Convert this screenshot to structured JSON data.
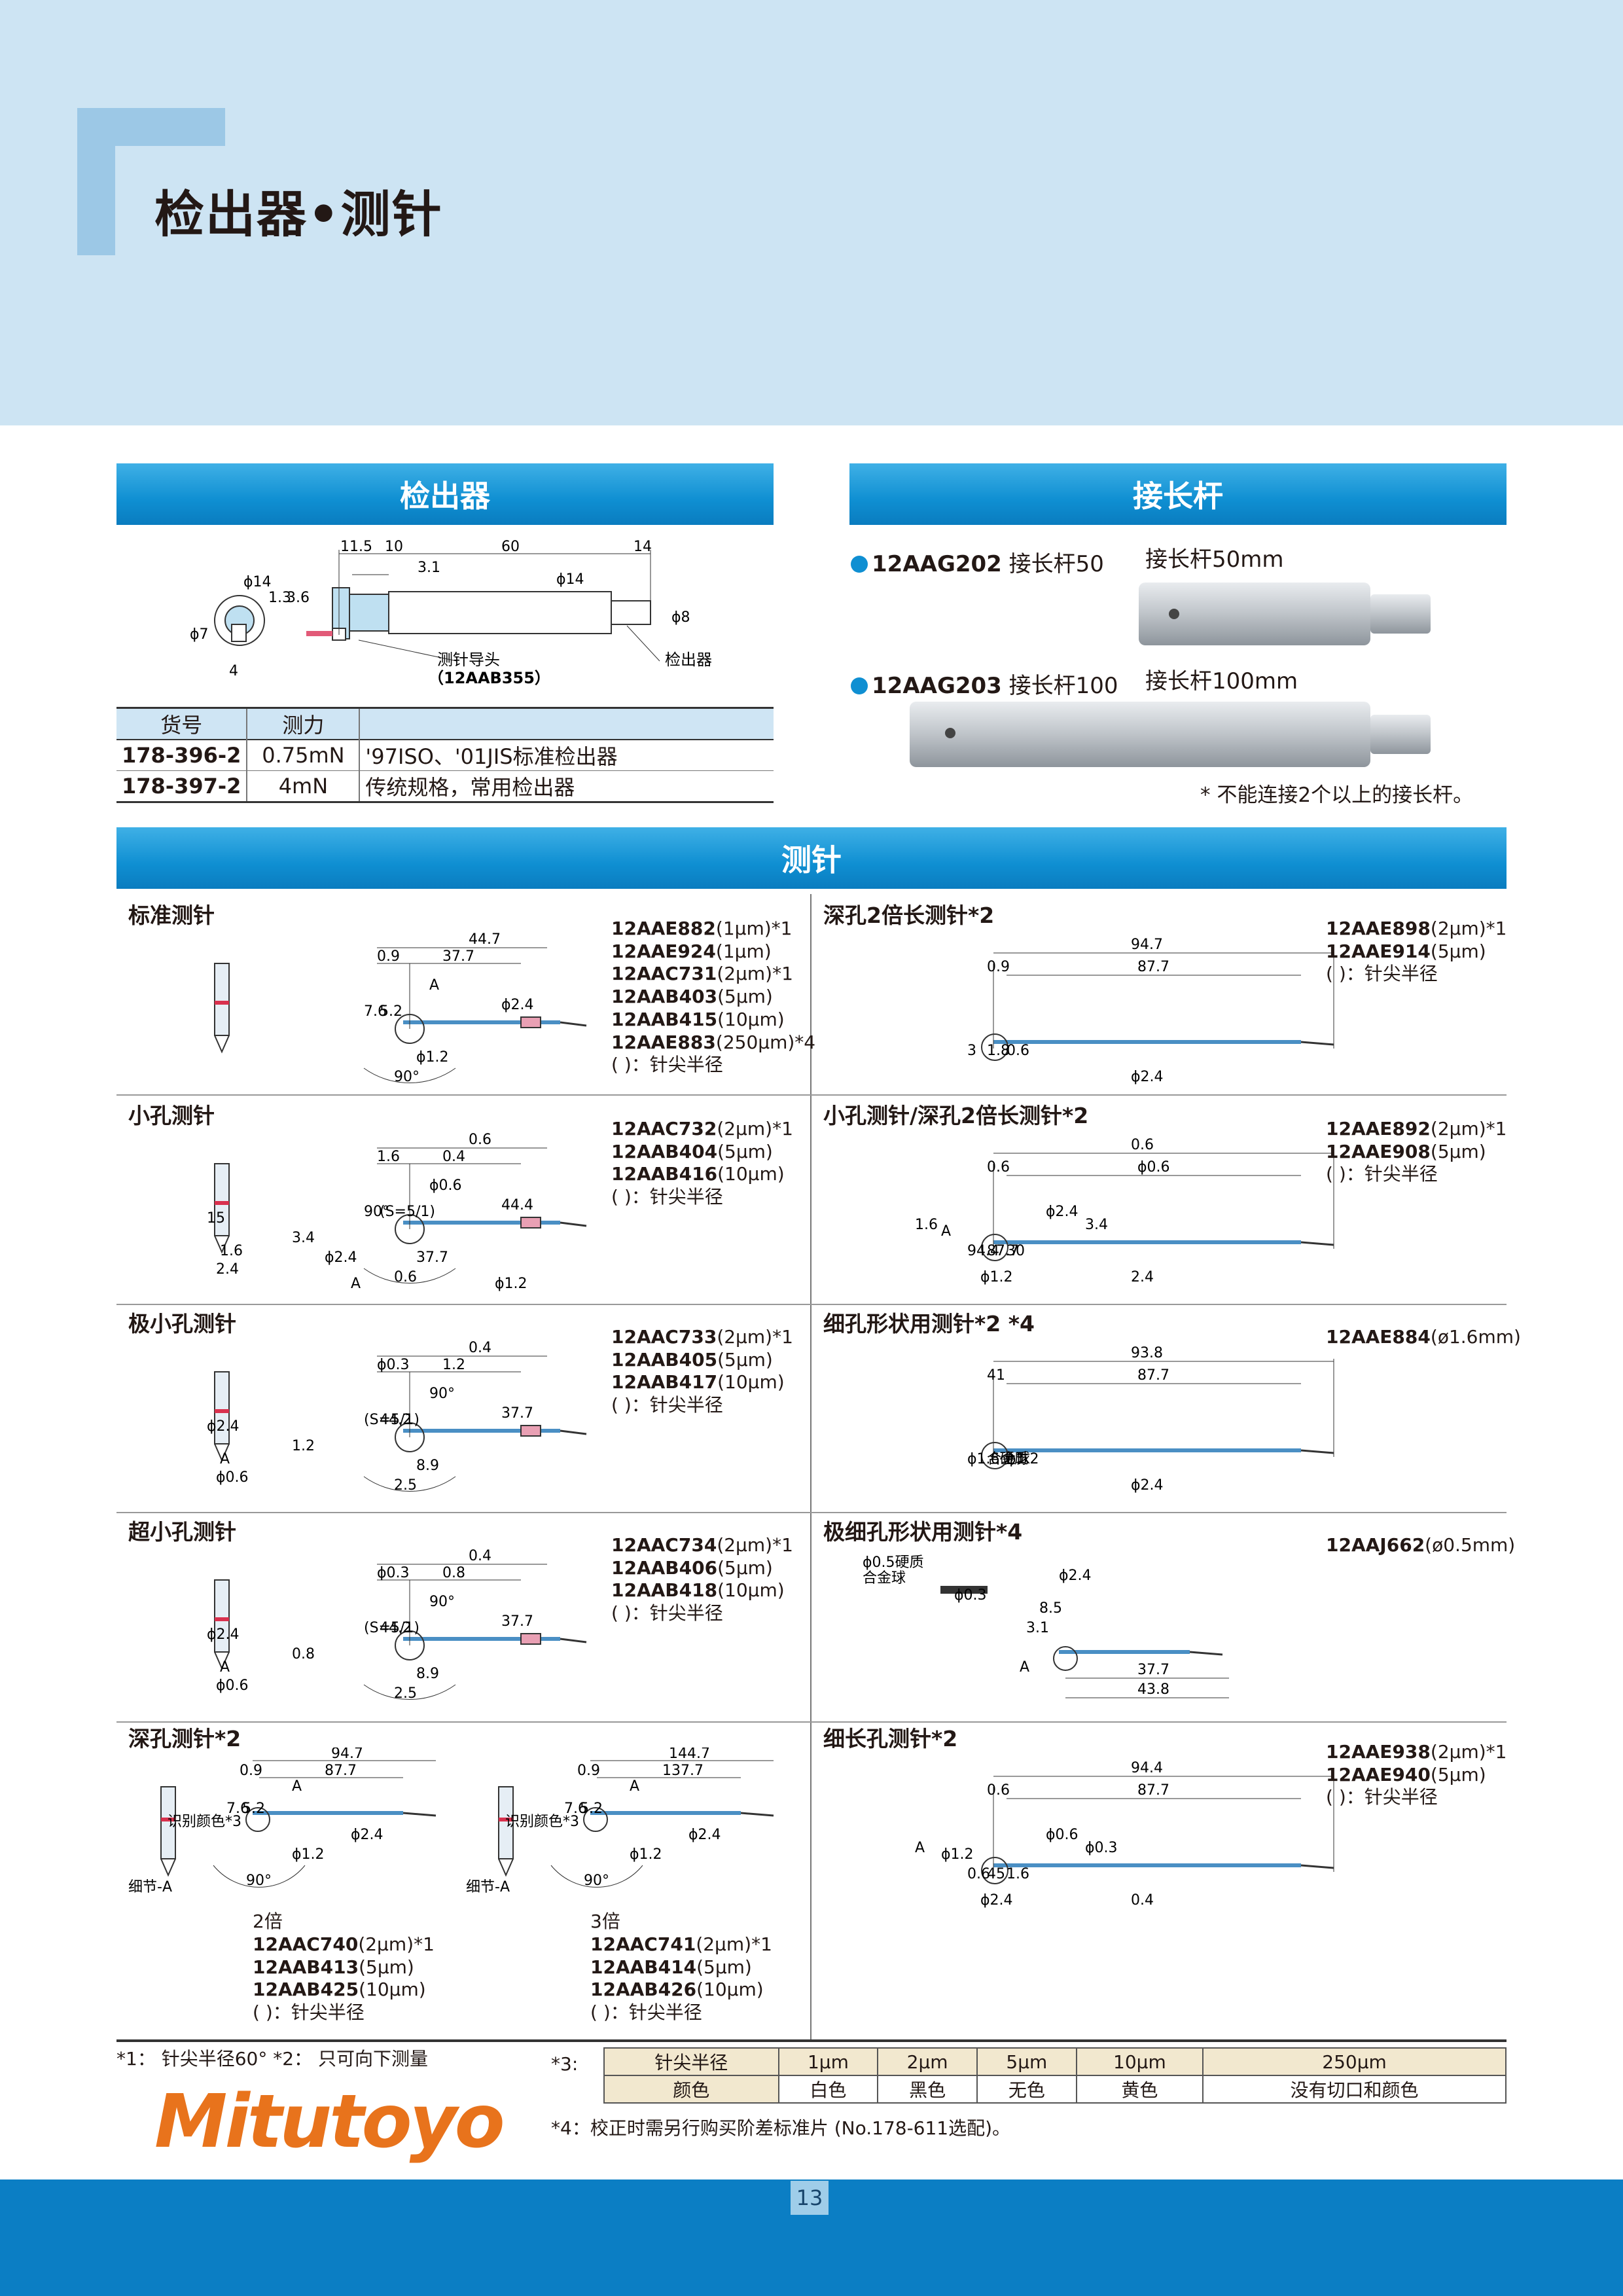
{
  "header": {
    "title": "检出器•测针"
  },
  "detector": {
    "section_title": "检出器",
    "dims": {
      "d1": "11.5",
      "d2": "10",
      "d3": "60",
      "d4": "14",
      "d5": "3.1",
      "d6": "ϕ14",
      "d7": "ϕ8",
      "d8": "1.3",
      "d9": "3.6",
      "d10": "ϕ14",
      "d11": "ϕ7",
      "d12": "4"
    },
    "callout_guide": "测针导头",
    "callout_guide_pn": "（12AAB355）",
    "callout_detector": "检出器",
    "table": {
      "headers": [
        "货号",
        "测力",
        ""
      ],
      "rows": [
        {
          "pn": "178-396-2",
          "force": "0.75mN",
          "desc": "'97ISO、'01JIS标准检出器"
        },
        {
          "pn": "178-397-2",
          "force": "4mN",
          "desc": "传统规格，常用检出器"
        }
      ]
    }
  },
  "extension": {
    "section_title": "接长杆",
    "items": [
      {
        "pn": "12AAG202",
        "name": "接长杆50",
        "label": "接长杆50mm"
      },
      {
        "pn": "12AAG203",
        "name": "接长杆100",
        "label": "接长杆100mm"
      }
    ],
    "note": "* 不能连接2个以上的接长杆。"
  },
  "styli": {
    "section_title": "测针",
    "radius_note": "(  )：针尖半径",
    "detail_a": "细节-A",
    "ident_color": "识别颜色*3",
    "standard": {
      "title": "标准测针",
      "d": [
        "44.7",
        "37.7",
        "0.9",
        "A",
        "7.6",
        "5.2",
        "ϕ2.4",
        "ϕ1.2",
        "90°"
      ],
      "parts": [
        [
          "12AAE882",
          "(1μm)*1"
        ],
        [
          "12AAE924",
          "(1μm)"
        ],
        [
          "12AAC731",
          "(2μm)*1"
        ],
        [
          "12AAB403",
          "(5μm)"
        ],
        [
          "12AAB415",
          "(10μm)"
        ],
        [
          "12AAE883",
          "(250μm)*4"
        ]
      ]
    },
    "deep2": {
      "title": "深孔2倍长测针*2",
      "d": [
        "94.7",
        "87.7",
        "0.9",
        "3",
        "1.8",
        "0.6",
        "ϕ2.4"
      ],
      "parts": [
        [
          "12AAE898",
          "(2μm)*1"
        ],
        [
          "12AAE914",
          "(5μm)"
        ]
      ]
    },
    "small": {
      "title": "小孔测针",
      "d": [
        "0.6",
        "0.4",
        "1.6",
        "ϕ0.6",
        "90°",
        "(S=5/1)",
        "44.4",
        "37.7",
        "0.6",
        "15",
        "3.4",
        "1.6",
        "2.4",
        "ϕ2.4",
        "A",
        "ϕ1.2"
      ],
      "parts": [
        [
          "12AAC732",
          "(2μm)*1"
        ],
        [
          "12AAB404",
          "(5μm)"
        ],
        [
          "12AAB416",
          "(10μm)"
        ]
      ]
    },
    "smalldeep": {
      "title": "小孔测针/深孔2倍长测针*2",
      "d": [
        "0.6",
        "ϕ0.6",
        "0.6",
        "94.4",
        "87.7",
        "30",
        "2.4",
        "ϕ2.4",
        "3.4",
        "1.6",
        "A",
        "ϕ1.2"
      ],
      "parts": [
        [
          "12AAE892",
          "(2μm)*1"
        ],
        [
          "12AAE908",
          "(5μm)"
        ]
      ]
    },
    "xsmall": {
      "title": "极小孔测针",
      "d": [
        "0.4",
        "1.2",
        "ϕ0.3",
        "90°",
        "(S=5/1)",
        "44.2",
        "37.7",
        "8.9",
        "2.5",
        "ϕ2.4",
        "1.2",
        "A",
        "ϕ0.6"
      ],
      "parts": [
        [
          "12AAC733",
          "(2μm)*1"
        ],
        [
          "12AAB405",
          "(5μm)"
        ],
        [
          "12AAB417",
          "(10μm)"
        ]
      ]
    },
    "fine": {
      "title": "细孔形状用测针*2 *4",
      "d": [
        "93.8",
        "87.7",
        "41",
        "ϕ1.6硬质",
        "合金球",
        "ϕ1.2",
        "ϕ2.4"
      ],
      "parts": [
        [
          "12AAE884",
          "(ø1.6mm)"
        ]
      ]
    },
    "ultra": {
      "title": "超小孔测针",
      "d": [
        "0.4",
        "0.8",
        "ϕ0.3",
        "90°",
        "(S=5/1)",
        "44.2",
        "37.7",
        "8.9",
        "2.5",
        "ϕ2.4",
        "0.8",
        "A",
        "ϕ0.6"
      ],
      "parts": [
        [
          "12AAC734",
          "(2μm)*1"
        ],
        [
          "12AAB406",
          "(5μm)"
        ],
        [
          "12AAB418",
          "(10μm)"
        ]
      ]
    },
    "xfine": {
      "title": "极细孔形状用测针*4",
      "d": [
        "ϕ0.5硬质",
        "合金球",
        "ϕ0.3",
        "ϕ2.4",
        "8.5",
        "3.1",
        "A",
        "37.7",
        "43.8"
      ],
      "parts": [
        [
          "12AAJ662",
          "(ø0.5mm)"
        ]
      ]
    },
    "deep": {
      "title": "深孔测针*2",
      "left": {
        "d": [
          "94.7",
          "87.7",
          "0.9",
          "A",
          "7.6",
          "5.2",
          "ϕ2.4",
          "ϕ1.2",
          "90°"
        ],
        "mult": "2倍",
        "parts": [
          [
            "12AAC740",
            "(2μm)*1"
          ],
          [
            "12AAB413",
            "(5μm)"
          ],
          [
            "12AAB425",
            "(10μm)"
          ]
        ]
      },
      "right": {
        "d": [
          "144.7",
          "137.7",
          "0.9",
          "A",
          "7.6",
          "5.2",
          "ϕ2.4",
          "ϕ1.2",
          "90°"
        ],
        "mult": "3倍",
        "parts": [
          [
            "12AAC741",
            "(2μm)*1"
          ],
          [
            "12AAB414",
            "(5μm)"
          ],
          [
            "12AAB426",
            "(10μm)"
          ]
        ]
      }
    },
    "long": {
      "title": "细长孔测针*2",
      "d": [
        "94.4",
        "87.7",
        "0.6",
        "0.6",
        "45",
        "1.6",
        "0.4",
        "ϕ0.6",
        "ϕ0.3",
        "A",
        "ϕ1.2",
        "ϕ2.4"
      ],
      "parts": [
        [
          "12AAE938",
          "(2μm)*1"
        ],
        [
          "12AAE940",
          "(5μm)"
        ]
      ]
    }
  },
  "footnotes": {
    "n12": "*1： 针尖半径60°   *2： 只可向下测量",
    "n3_label": "*3:",
    "n3_table": {
      "headers": [
        "针尖半径",
        "1μm",
        "2μm",
        "5μm",
        "10μm",
        "250μm"
      ],
      "row": [
        "颜色",
        "白色",
        "黑色",
        "无色",
        "黄色",
        "没有切口和颜色"
      ]
    },
    "n4": "*4：校正时需另行购买阶差标准片 (No.178-611选配)。"
  },
  "brand": {
    "logo": "Mitutoyo",
    "color": "#e8731c"
  },
  "page_number": "13",
  "colors": {
    "accent": "#0f8fd2",
    "header_bg": "#cde4f3",
    "footer": "#0b7ec4"
  }
}
